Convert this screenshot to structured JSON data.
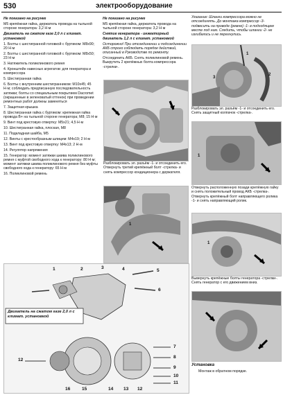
{
  "header": {
    "page_number": "530",
    "section_title": "электрооборудование"
  },
  "col1": {
    "heading1": "Не показано на рисунке",
    "para1": "М5 крепёжная гайка, держатель провода на тыльной стороне генератора: 3,2 Н·м",
    "heading2": "Двигатель на сжатом газе 2,0 л с климат. установкой",
    "items": [
      "1. Болты с шестигранной головкой с буртиком: M8x90; 20 Н·м",
      "2. Болты с шестигранной головкой с буртиком: M8x50; 23 Н·м",
      "3. Натяжитель поликлинового ремня",
      "4. Кронштейн навесных агрегатов: для генератора и компрессора",
      "5. Шестигранная гайка",
      "6. Болты с внутренним шестигранником: M10x45; 45 Н·м; соблюдать предписанную последовательность затяжки; болты со специальным покрытием Dacromet (окрашенные в зеленоватый оттенок) при проведении ремонтных работ должны заменяться",
      "7. Защитная крышка",
      "8. Шестигранная гайка с буртиком: крепежная гайка провода В+ на тыльной стороне генератора; М8; 15 Н·м",
      "9. Винт под крестовую отвертку: M5x21; 4,5 Н·м",
      "10. Шестигранная гайка, плоская, М8",
      "11. Подкладная шайба, М5",
      "12. Винты с крестообразным шлицем: M4x19; 2 Н·м",
      "13. Винт под крестовую отвертку: M4x13; 2 Н·м",
      "14. Регулятор напряжения",
      "15. Генератор: момент затяжки шкива поликлинового ремня с муфтой свободного хода к генератору: 80 Н·м; момент затяжки шкива поликлинового ремня без муфты свободного хода к генератору: 65 Н·м",
      "16. Поликлиновой ремень"
    ]
  },
  "col2": {
    "heading1": "Не показано на рисунке",
    "para1": "М5 крепёжная гайка, держатель провода на тыльной стороне генератора: 3,2 Н·м",
    "heading2": "Снятие генератора - инжекторный двигатель 1,2 л с климат. установкой",
    "warning": "Осторожно! При отсоединении и подсоединении АКБ строго соблюдать порядок действий, описанный в Руководстве по ремонту.",
    "step1": "Отсоединить АКБ. Снять поликлиновой ремень. Выкрутить 2 крепёжных болта компрессора -стрелки-.",
    "fig1_caption": "Разблокировать эл. разъём -1- и отсоединить его. Отвернуть третий крепёжный болт -стрелка- и снять компрессор кондиционера с держателя."
  },
  "col3": {
    "note": "Указание: Шланги компрессора можно не отсоединять. До монтажа компрессор -3- подвесить на проводе (ремне) -1- в подходящем месте под ним. Следить, чтобы шланги -2- не изгибались и не перегнулись.",
    "fig2_caption": "Разблокировать эл. разъём -1- и отсоединить его. Снять защитный колпачок -стрелка-.",
    "fig3_caption": "Отвернуть расположенную позади крепёжную гайку и снять положительный провод АКБ -стрелка-. Отвернуть крепёжный болт направляющего ролика -1- и снять направляющий ролик.",
    "fig4_caption": "Вывернуть крепёжные болты генератора -стрелки-. Снять генератор с его движением вниз.",
    "install_heading": "Установка",
    "install_text": "Монтаж в обратном порядке."
  },
  "diagram": {
    "title": "Двигатель на сжатом газе 2,0 л с климат. установкой",
    "callouts_top": [
      "1",
      "2",
      "3",
      "4",
      "5",
      "6"
    ],
    "callouts_right": [
      "7",
      "8",
      "9",
      "10",
      "11"
    ],
    "callouts_bottom": [
      "16",
      "15",
      "14",
      "13",
      "12"
    ],
    "callout_12": "12"
  },
  "fig_labels": {
    "fig_note_labels": [
      "1",
      "2",
      "3"
    ],
    "fig1_label": "1",
    "fig2_label": "1",
    "fig3_label": "1"
  }
}
